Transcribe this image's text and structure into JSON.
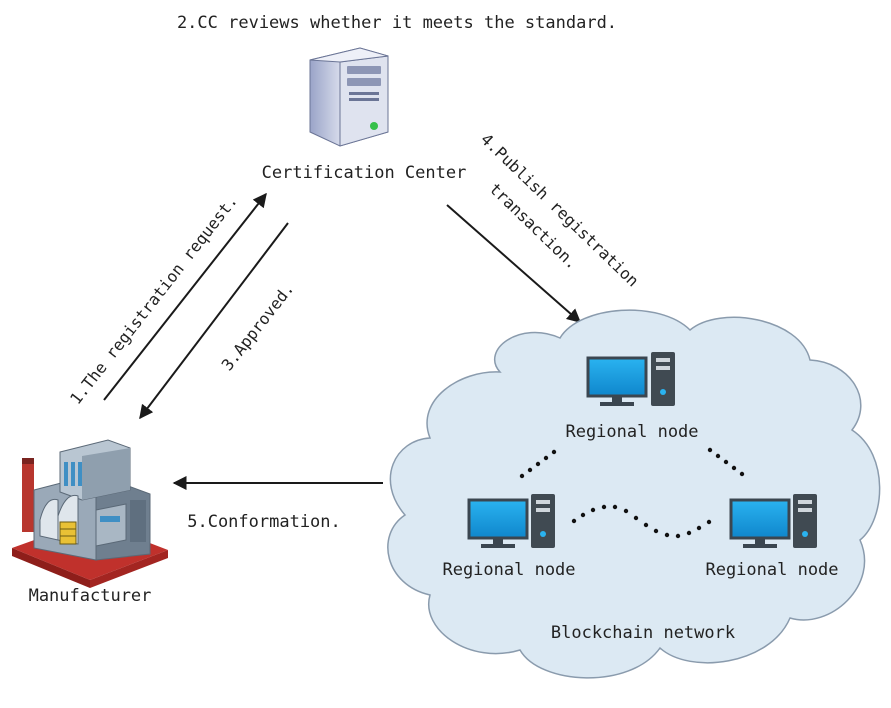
{
  "title": "2.CC reviews whether it meets the standard.",
  "certification_center": {
    "label": "Certification Center",
    "icon": "server-icon"
  },
  "manufacturer": {
    "label": "Manufacturer",
    "icon": "factory-icon"
  },
  "blockchain": {
    "label": "Blockchain network",
    "nodes": [
      {
        "label": "Regional node",
        "icon": "desktop-computer-icon"
      },
      {
        "label": "Regional node",
        "icon": "desktop-computer-icon"
      },
      {
        "label": "Regional node",
        "icon": "desktop-computer-icon"
      }
    ]
  },
  "steps": {
    "step1": "1.The registration request.",
    "step3": "3.Approved.",
    "step4_line1": "4.Publish registration",
    "step4_line2": "transaction.",
    "step5": "5.Conformation."
  },
  "colors": {
    "cloud_fill": "#dce9f3",
    "cloud_stroke": "#8a9bad",
    "screen_blue": "#1da0e6",
    "tower_dark": "#404a52",
    "arrow": "#1a1a1a"
  }
}
